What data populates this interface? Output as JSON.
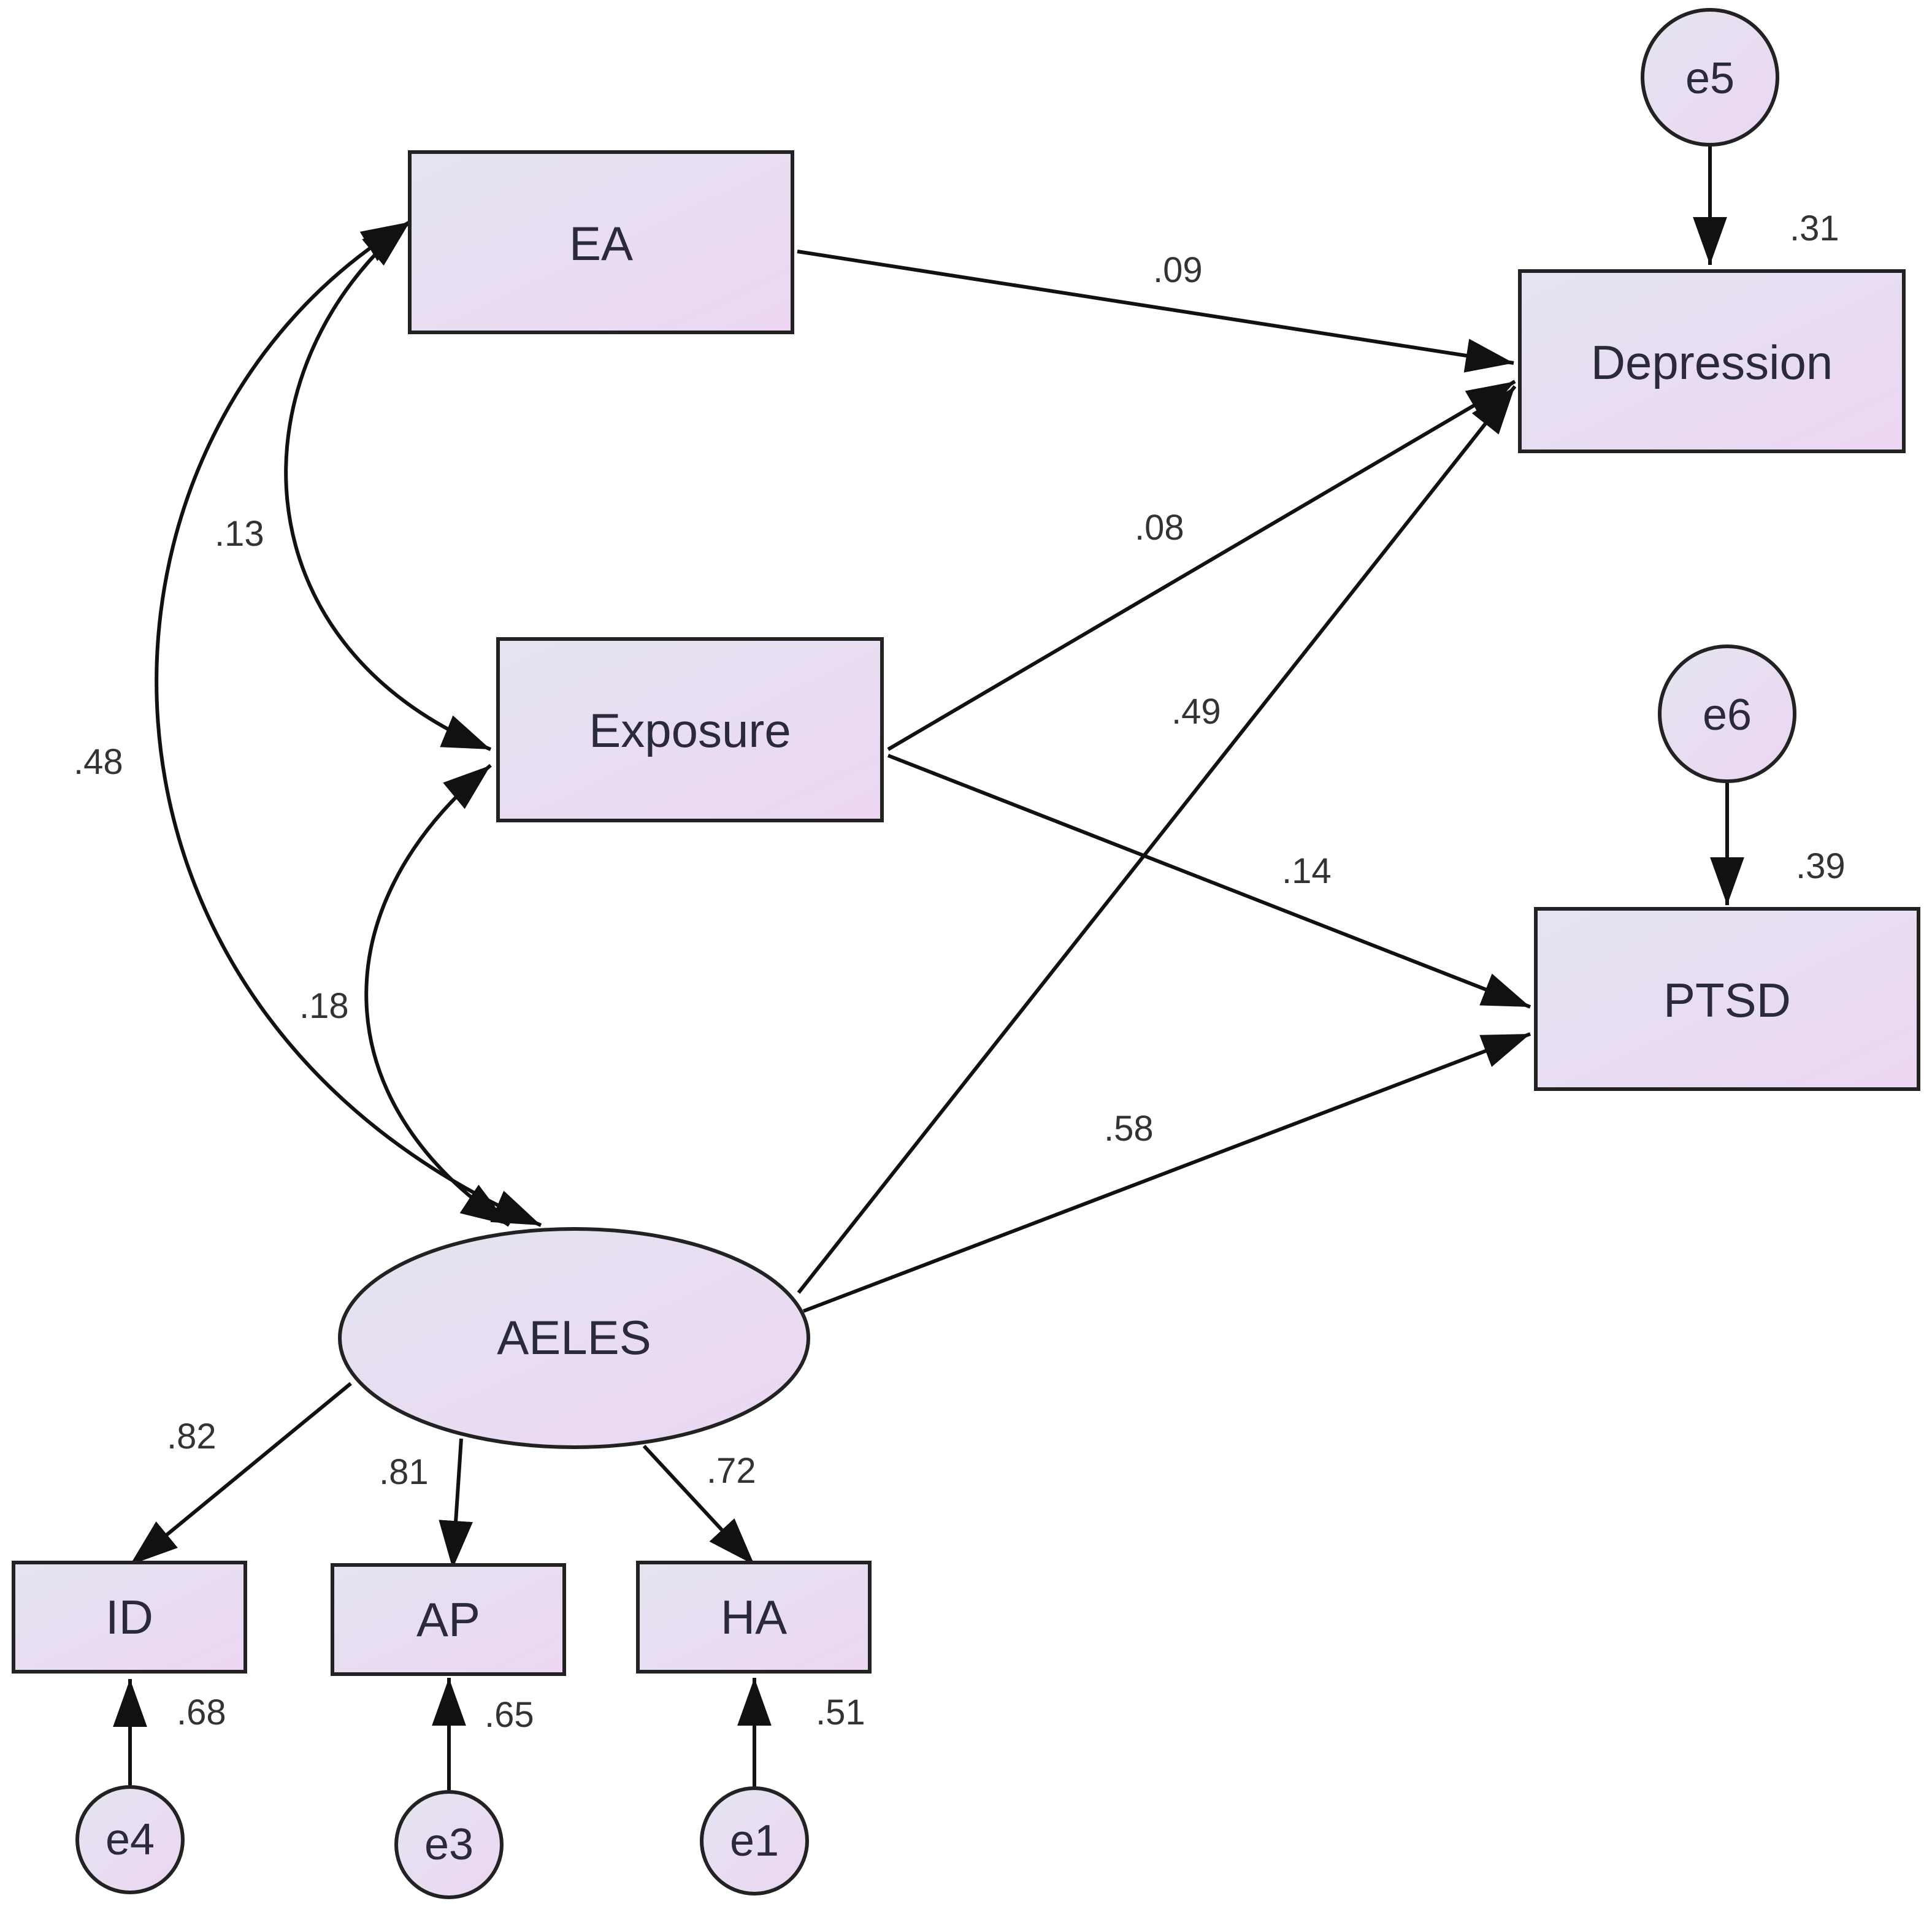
{
  "colors": {
    "fill_start": "#e4e4f0",
    "fill_end": "#ecd6f2",
    "stroke": "#222222",
    "text": "#2a2a3a"
  },
  "nodes": {
    "ea": "EA",
    "exposure": "Exposure",
    "aeles": "AELES",
    "depression": "Depression",
    "ptsd": "PTSD",
    "id": "ID",
    "ap": "AP",
    "ha": "HA"
  },
  "errors": {
    "e1": "e1",
    "e3": "e3",
    "e4": "e4",
    "e5": "e5",
    "e6": "e6"
  },
  "paths": {
    "ea_depression": ".09",
    "exposure_depression": ".08",
    "exposure_ptsd": ".14",
    "aeles_depression": ".49",
    "aeles_ptsd": ".58",
    "aeles_id": ".82",
    "aeles_ap": ".81",
    "aeles_ha": ".72"
  },
  "correlations": {
    "ea_exposure": ".13",
    "ea_aeles": ".48",
    "exposure_aeles": ".18"
  },
  "r_squared": {
    "depression": ".31",
    "ptsd": ".39",
    "id": ".68",
    "ap": ".65",
    "ha": ".51"
  }
}
